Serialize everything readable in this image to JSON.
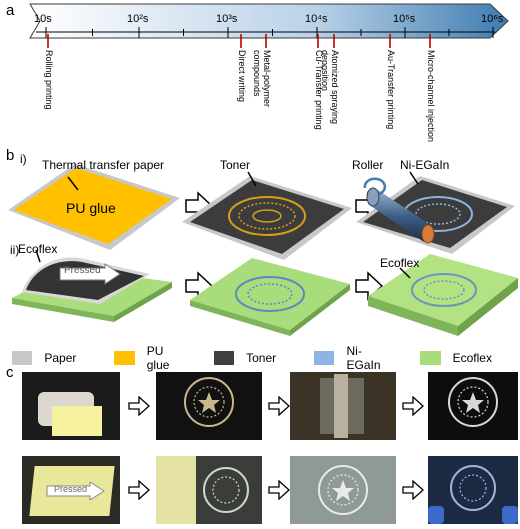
{
  "panels": {
    "a": "a",
    "b": "b",
    "c": "c"
  },
  "timeline": {
    "ticks": [
      "10s",
      "10²s",
      "10³s",
      "10⁴s",
      "10⁵s",
      "10⁶s"
    ],
    "methods": [
      {
        "label": "Rolling printing",
        "lines": [
          "Rolling printing"
        ]
      },
      {
        "label": "Direct writing",
        "lines": [
          "Direct writing"
        ]
      },
      {
        "label": "Metal-polymer compounds",
        "lines": [
          "Metal-polymer",
          "compounds"
        ]
      },
      {
        "label": "Cu-Transfer printing",
        "lines": [
          "Cu-Transfer printing"
        ]
      },
      {
        "label": "Atomized spraying deposition",
        "lines": [
          "Atomized spraying",
          "deposition"
        ]
      },
      {
        "label": "Au-Transfer printing",
        "lines": [
          "Au-Transfer printing"
        ]
      },
      {
        "label": "Micro-channel injection",
        "lines": [
          "Micro-channel injection"
        ]
      }
    ],
    "colors": {
      "arrow_fill": "#c5d9ec",
      "arrow_end": "#3e7cb1",
      "marker": "#c00000"
    }
  },
  "process": {
    "row1_label": "i)",
    "row2_label": "ii)",
    "labels": {
      "thermal_transfer_paper": "Thermal transfer paper",
      "pu_glue": "PU glue",
      "toner": "Toner",
      "roller": "Roller",
      "ni_egain": "Ni-EGaIn",
      "ecoflex_a": "Ecoflex",
      "pressed": "Pressed",
      "ecoflex_b": "Ecoflex"
    }
  },
  "legend": [
    {
      "label": "Paper",
      "color": "#c8c8c8"
    },
    {
      "label": "PU glue",
      "color": "#ffc000"
    },
    {
      "label": "Toner",
      "color": "#404040"
    },
    {
      "label": "Ni- EGaIn",
      "color": "#8eb4e3"
    },
    {
      "label": "Ecoflex",
      "color": "#a9dc7a"
    }
  ],
  "photos": {
    "pressed_label": "Pressed"
  }
}
